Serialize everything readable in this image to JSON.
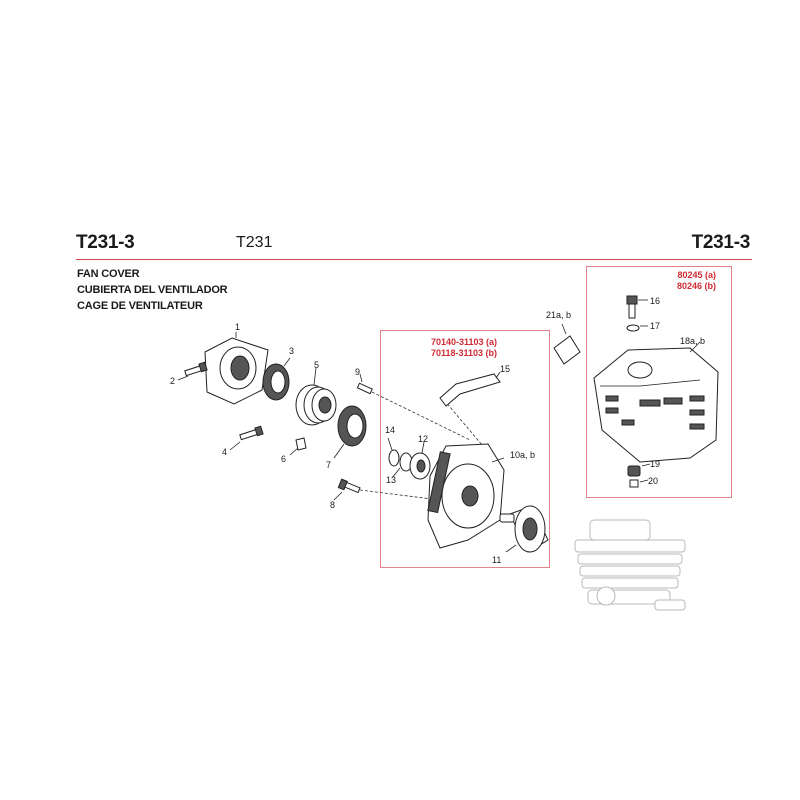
{
  "header": {
    "code_left": "T231-3",
    "code_right": "T231-3",
    "model": "T231",
    "rule_color": "#d9434c"
  },
  "titles": [
    "FAN COVER",
    "CUBIERTA DEL VENTILADOR",
    "CAGE DE VENTILATEUR"
  ],
  "kits": {
    "starter": {
      "line1": "70140-31103 (a)",
      "line2": "70118-31103 (b)"
    },
    "cover": {
      "line1": "80245 (a)",
      "line2": "80246 (b)"
    },
    "accent_color": "#d02a33"
  },
  "callouts": {
    "n1": "1",
    "n2": "2",
    "n3": "3",
    "n4": "4",
    "n5": "5",
    "n6": "6",
    "n7": "7",
    "n8": "8",
    "n9": "9",
    "n10": "10a, b",
    "n11": "11",
    "n12": "12",
    "n13": "13",
    "n14": "14",
    "n15": "15",
    "n16": "16",
    "n17": "17",
    "n18": "18a, b",
    "n19": "19",
    "n20": "20",
    "n21": "21a, b"
  }
}
